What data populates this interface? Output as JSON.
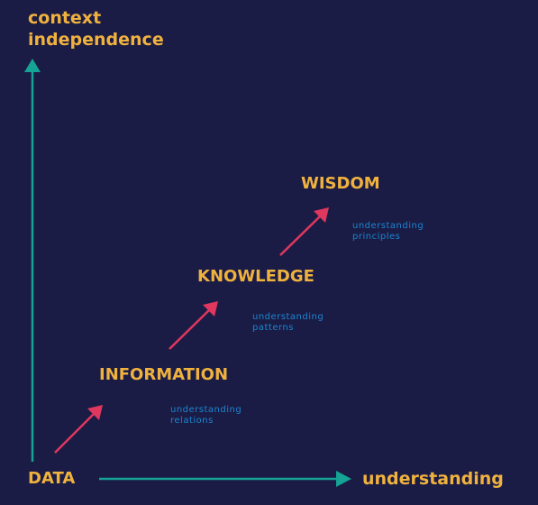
{
  "colors": {
    "background": "#1b1c45",
    "axis": "#14a394",
    "step_arrow": "#e0375e",
    "title_text": "#f0b23e",
    "note_text": "#1b86d1"
  },
  "axes": {
    "y_label_line1": "context",
    "y_label_line2": "independence",
    "x_label": "understanding"
  },
  "stages": {
    "data": "DATA",
    "information": "INFORMATION",
    "knowledge": "KNOWLEDGE",
    "wisdom": "WISDOM"
  },
  "notes": {
    "relations": [
      "understanding",
      "relations"
    ],
    "patterns": [
      "understanding",
      "patterns"
    ],
    "principles": [
      "understanding",
      "principles"
    ]
  }
}
